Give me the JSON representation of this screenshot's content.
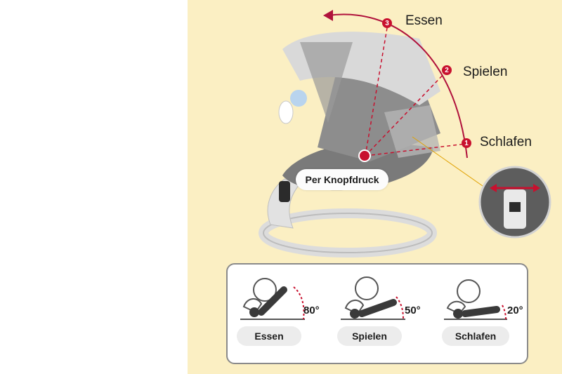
{
  "modes": {
    "essen": "Essen",
    "spielen": "Spielen",
    "schlafen": "Schlafen"
  },
  "markers": [
    "3",
    "2",
    "1"
  ],
  "button_label": "Per Knopfdruck",
  "cards": [
    {
      "label": "Essen",
      "angle": "80°"
    },
    {
      "label": "Spielen",
      "angle": "50°"
    },
    {
      "label": "Schlafen",
      "angle": "20°"
    }
  ],
  "colors": {
    "panel": "#fbefc3",
    "accent_red": "#c8102e",
    "arrow": "#b0123c"
  }
}
